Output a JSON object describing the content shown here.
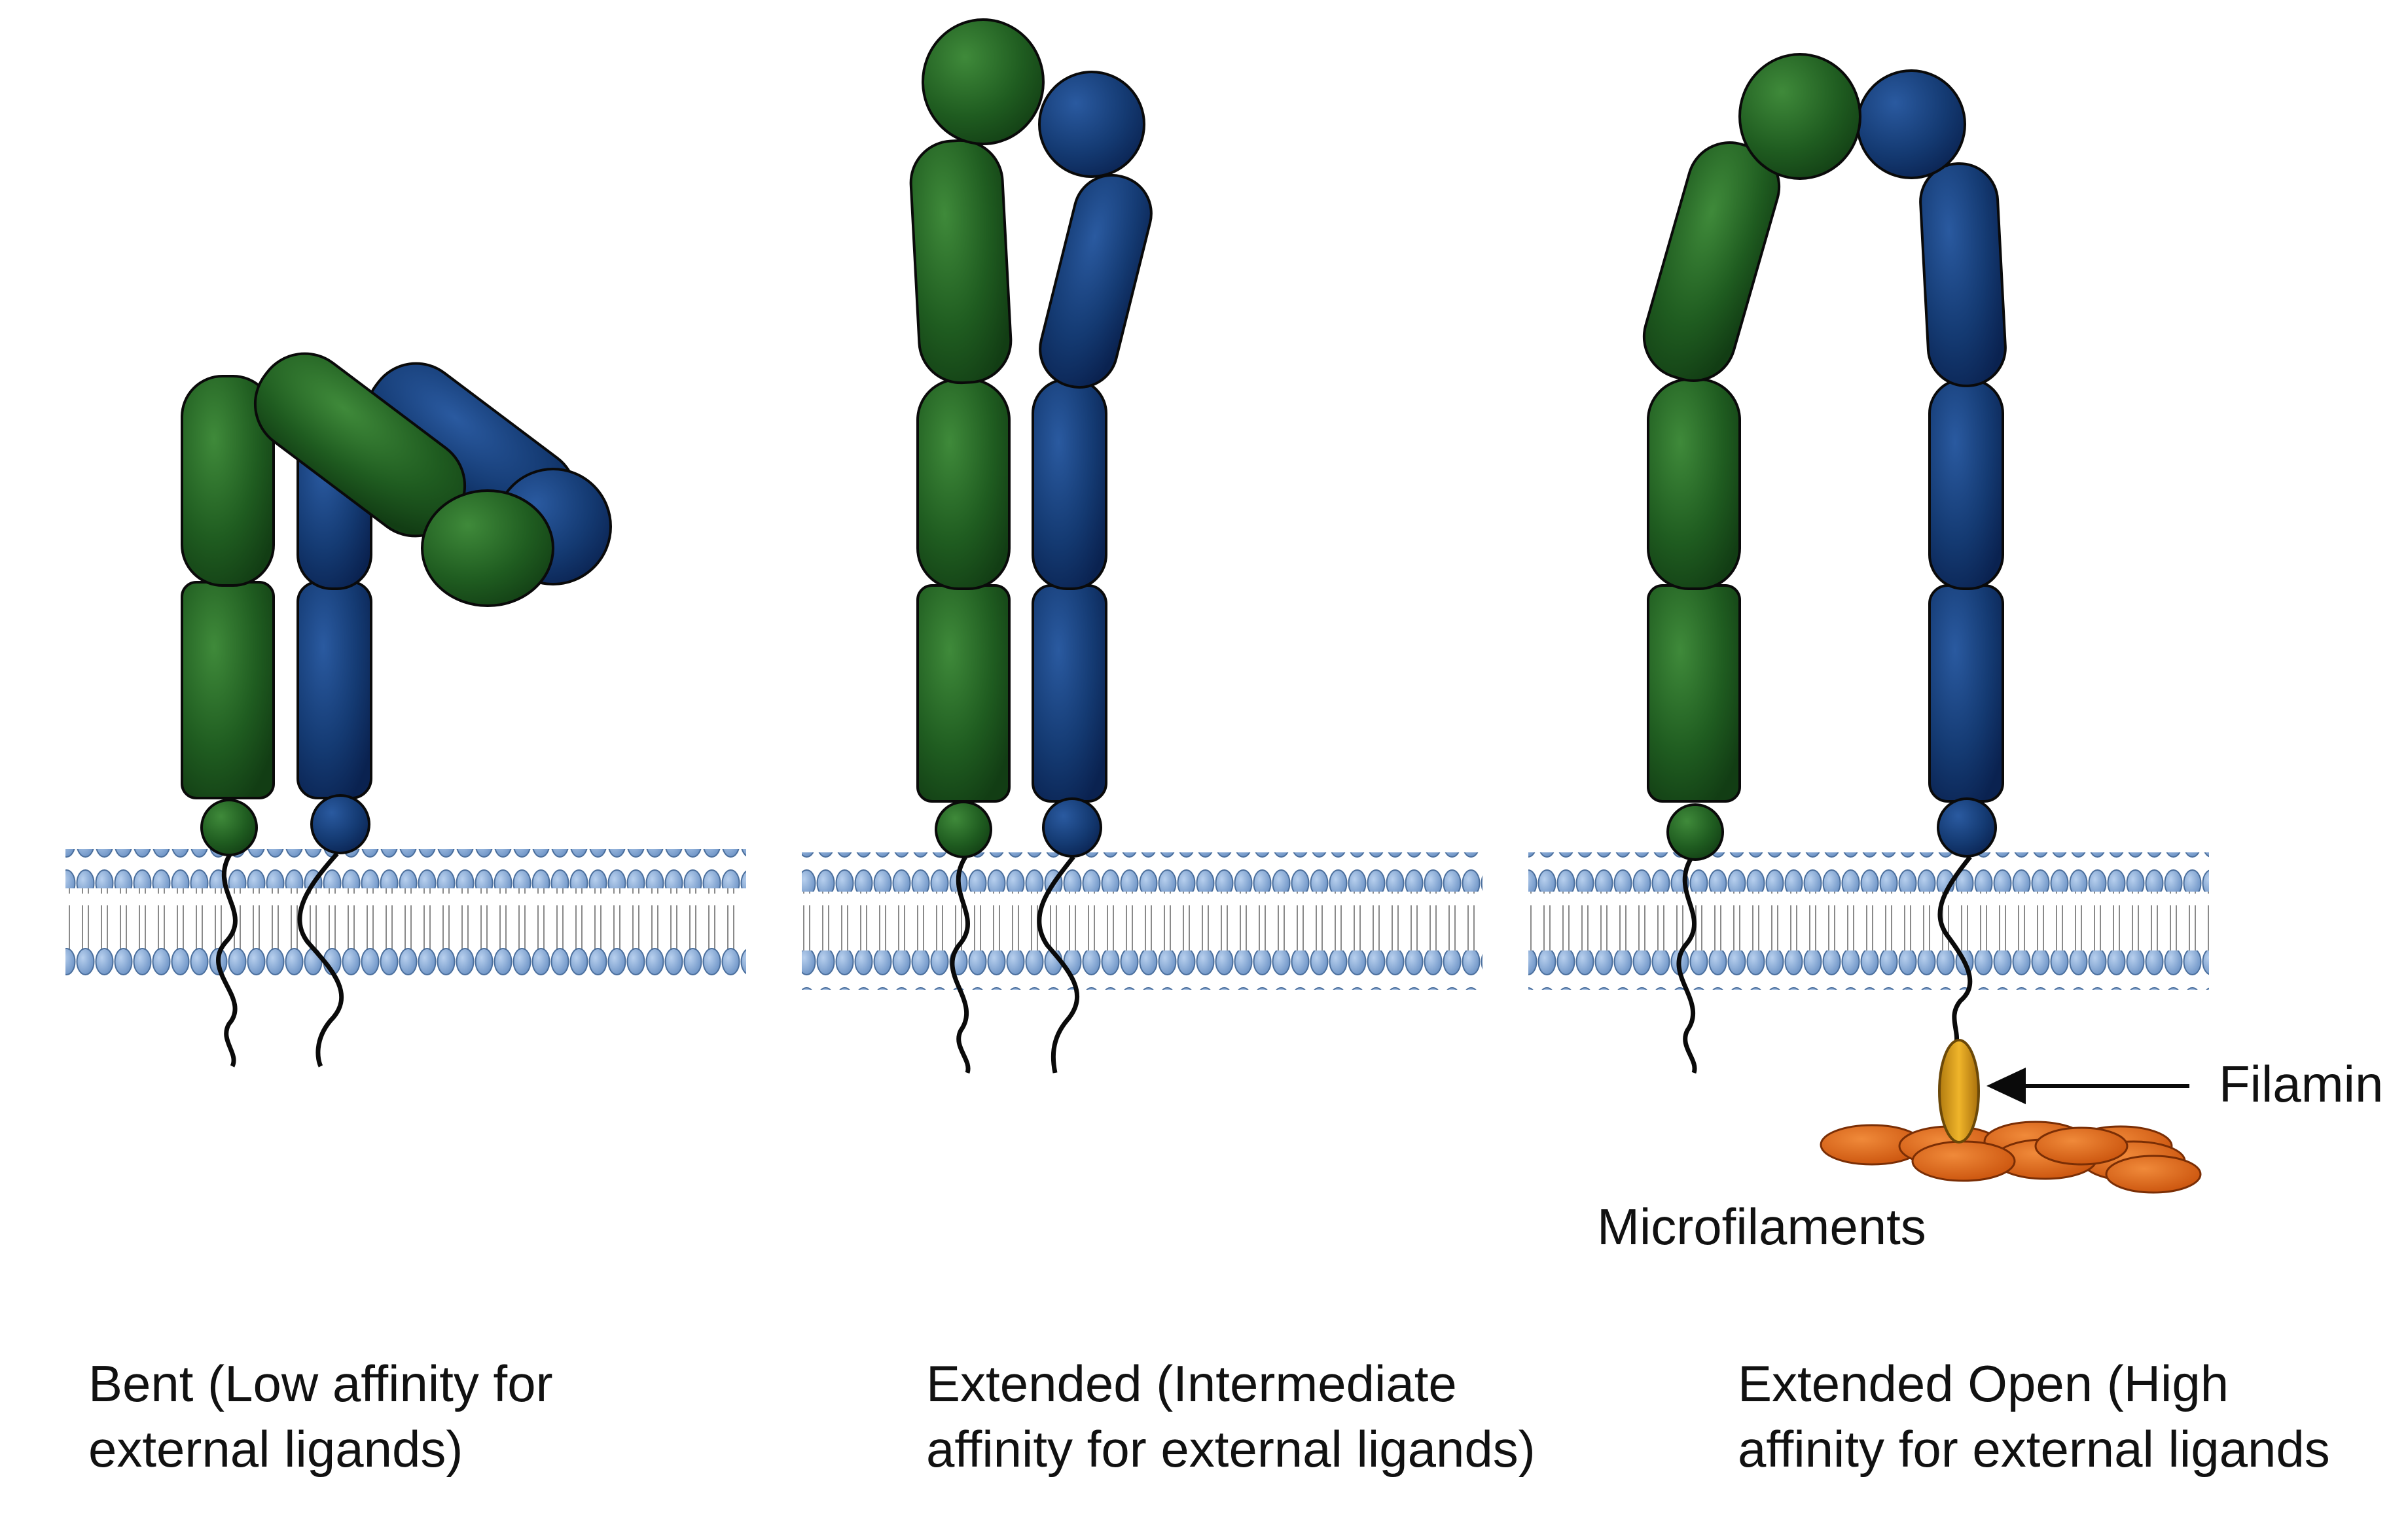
{
  "panels": [
    {
      "caption_line1": "Bent (Low affinity for",
      "caption_line2": "external ligands)"
    },
    {
      "caption_line1": "Extended (Intermediate",
      "caption_line2": "affinity for external ligands)"
    },
    {
      "caption_line1": "Extended Open (High",
      "caption_line2": "affinity for external ligands"
    }
  ],
  "labels": {
    "filamin": "Filamin",
    "microfilaments": "Microfilaments"
  },
  "colors": {
    "alpha_subunit": "#1f5a1f",
    "beta_subunit": "#143a6e",
    "lipid_head": "#7fa6d6",
    "filamin": "#d9a21c",
    "microfilaments": "#e06a10",
    "outline": "#0a0a0a"
  }
}
